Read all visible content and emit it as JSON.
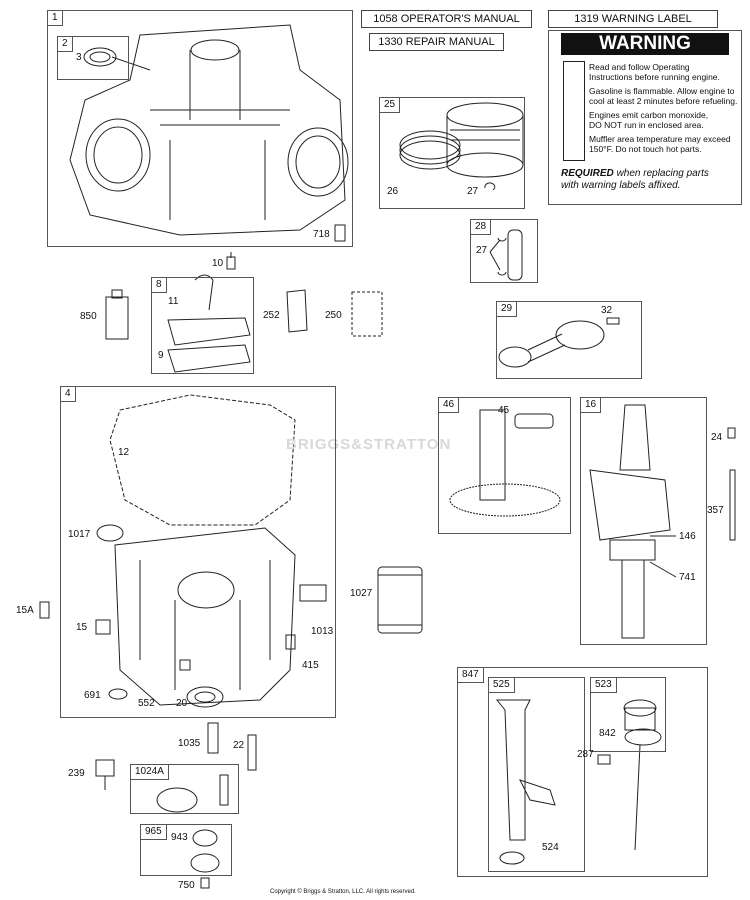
{
  "title": "Engine parts diagram",
  "manuals": {
    "operators": "1058 OPERATOR'S MANUAL",
    "repair": "1330 REPAIR MANUAL",
    "warning_label": "1319 WARNING LABEL"
  },
  "warning": {
    "heading": "WARNING",
    "lines": [
      "Read and follow Operating",
      "Instructions before running engine.",
      "Gasoline is flammable. Allow engine to",
      "cool at least 2 minutes before refueling.",
      "Engines emit carbon monoxide,",
      "DO NOT run in enclosed area.",
      "Muffler area temperature may exceed",
      "150°F. Do not touch hot parts."
    ],
    "required_bold": "REQUIRED",
    "required_rest": " when replacing parts",
    "required_line2": "with warning labels affixed."
  },
  "watermark": "BRIGGS&STRATTON",
  "copyright": "Copyright © Briggs & Stratton, LLC. All rights reserved.",
  "box_tags": {
    "b1": "1",
    "b2": "2",
    "b25": "25",
    "b28": "28",
    "b8": "8",
    "b29": "29",
    "b4": "4",
    "b46": "46",
    "b16": "16",
    "b847": "847",
    "b525": "525",
    "b523": "523",
    "b1024": "1024A",
    "b965": "965"
  },
  "labels": {
    "l3": "3",
    "l718": "718",
    "l26": "26",
    "l27a": "27",
    "l27b": "27",
    "l10": "10",
    "l850": "850",
    "l11": "11",
    "l9": "9",
    "l252": "252",
    "l250": "250",
    "l32": "32",
    "l12": "12",
    "l1017": "1017",
    "l15a": "15A",
    "l15": "15",
    "l691": "691",
    "l552": "552",
    "l20": "20",
    "l1013": "1013",
    "l415": "415",
    "l1027": "1027",
    "l45": "45",
    "l24": "24",
    "l357": "357",
    "l146": "146",
    "l741": "741",
    "l1035": "1035",
    "l22": "22",
    "l239": "239",
    "l943": "943",
    "l750": "750",
    "l842": "842",
    "l287": "287",
    "l524": "524"
  }
}
